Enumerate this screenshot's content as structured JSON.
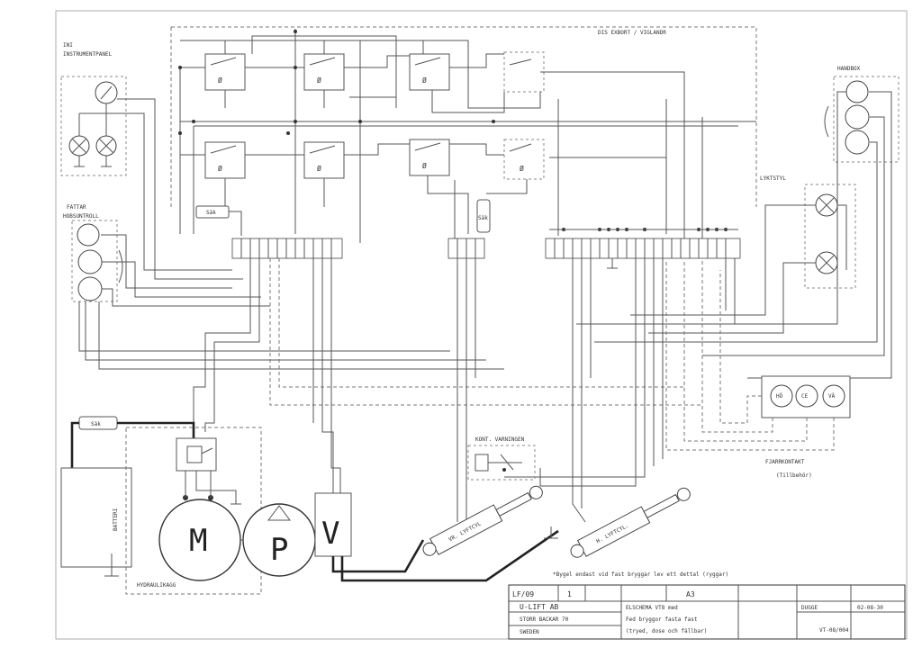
{
  "diagram": {
    "labels": {
      "top_label": "DIS EXBORT / VIGLANDR",
      "instrument_panel": "INSTRUMENTPANEL",
      "instrument_panel_prefix": "INI",
      "left_unit_1": "FATTAR",
      "left_unit_2": "HOBSUNTROLL",
      "right_unit": "HANDBOX",
      "right_lamp_label": "LYKTSTYL",
      "right_lower_label": "FJARRKONTAKT",
      "right_lower_sub": "(Tillbehör)",
      "warning_box": "KONT. VARNINGEN",
      "battery": "BATTERI",
      "motor": "M",
      "pump": "P",
      "valve": "V",
      "hydraulic_unit": "HYDRAULIKAGG",
      "cylinder_left": "VR. LYFTCYL",
      "cylinder_right": "H. LYFTCYL.",
      "fuse_main": "Säk",
      "fuse_panel": "Säk",
      "fuse_center": "Säk",
      "footnote": "*Bygel endast vid fast bryggar lev ett dettal (ryggar)",
      "relay_symbol": "Ø",
      "lamp_symbols": [
        "HÖ",
        "CE",
        "VÄ"
      ]
    },
    "title_block": {
      "rev": "LF/09",
      "sheet": "1",
      "size": "A3",
      "company": "U-LIFT AB",
      "address_1": "STORR BACKAR 70",
      "address_2": "SWEDEN",
      "title_1": "ELSCHEMA VT8 med",
      "title_2": "Fed bryggor fasta fast",
      "title_3": "(tryed, dose och fällbar)",
      "drawn": "DUGGE",
      "date": "02-08-30",
      "number": "VT-08/004"
    }
  }
}
